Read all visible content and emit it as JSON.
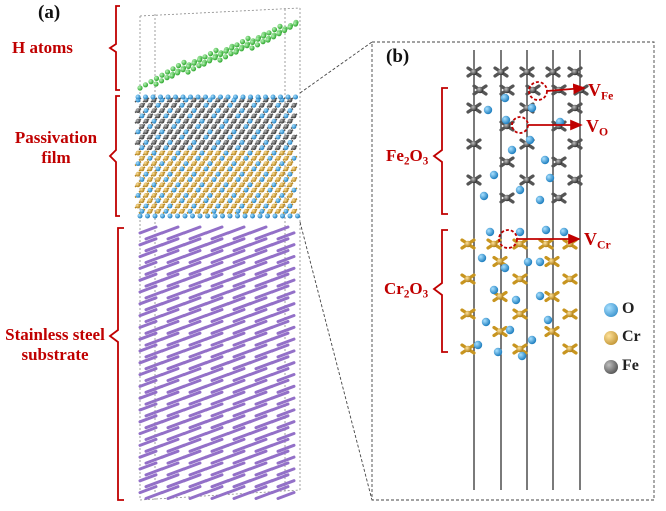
{
  "panel_a": {
    "letter": "(a)",
    "labels": {
      "h_atoms": "H atoms",
      "passivation_line1": "Passivation",
      "passivation_line2": "film",
      "substrate_line1": "Stainless steel",
      "substrate_line2": "substrate"
    }
  },
  "panel_b": {
    "letter": "(b)",
    "layers": {
      "fe2o3": {
        "base": "Fe",
        "sub1": "2",
        "mid": "O",
        "sub2": "3"
      },
      "cr2o3": {
        "base": "Cr",
        "sub1": "2",
        "mid": "O",
        "sub2": "3"
      }
    },
    "vacancies": {
      "fe": {
        "base": "V",
        "sub": "Fe"
      },
      "o": {
        "base": "V",
        "sub": "O"
      },
      "cr": {
        "base": "V",
        "sub": "Cr"
      }
    },
    "legend": [
      {
        "label": "O",
        "color": "#2f9fe0"
      },
      {
        "label": "Cr",
        "color": "#d9a531"
      },
      {
        "label": "Fe",
        "color": "#555555"
      }
    ]
  },
  "colors": {
    "label_red": "#c00000",
    "hydrogen": "#3fbf3f",
    "oxygen": "#2f9fe0",
    "chromium": "#d9a531",
    "iron": "#555555",
    "substrate": "#9370c8"
  }
}
